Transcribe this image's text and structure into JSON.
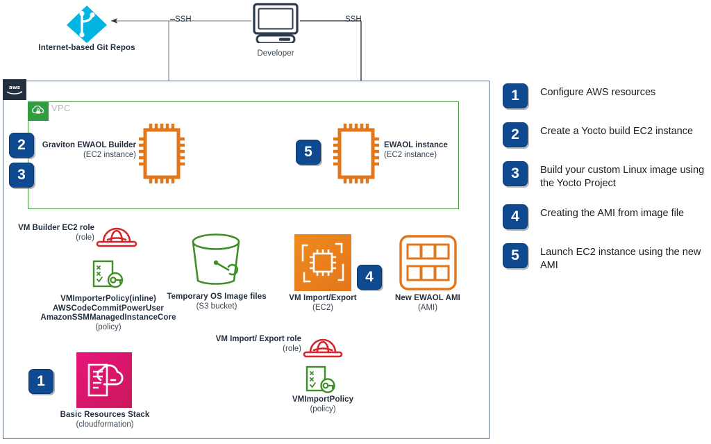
{
  "title": "AWS EWAOL / Yocto build architecture",
  "external": {
    "git": {
      "label": "Internet-based Git Repos",
      "icon": "git-icon",
      "color": "#00b5e2"
    },
    "developer": {
      "label": "Developer",
      "icon": "developer-workstation-icon",
      "color": "#2e3b4e"
    },
    "ssh_left": "SSH",
    "ssh_right": "SSH"
  },
  "cloud": {
    "provider_label": "aws",
    "vpc_label": "VPC",
    "vpc_color": "#2f9e41",
    "border_color": "#5a6b85"
  },
  "nodes": {
    "builder": {
      "name": "Graviton EWAOL Builder",
      "sub": "(EC2 instance)",
      "icon": "ec2-instance-icon",
      "color": "#e2761b"
    },
    "ewaol_instance": {
      "name": "EWAOL instance",
      "sub": "(EC2 instance)",
      "icon": "ec2-instance-icon",
      "color": "#e2761b"
    },
    "vm_builder_role": {
      "name": "VM Builder EC2 role",
      "sub": "(role)",
      "icon": "iam-role-hat-icon",
      "color": "#d6242b"
    },
    "builder_policy": {
      "name": "VMImporterPolicy(inline)\nAWSCodeCommitPowerUser\nAmazonSSMManagedInstanceCore",
      "line1": "VMImporterPolicy(inline)",
      "line2": "AWSCodeCommitPowerUser",
      "line3": "AmazonSSMManagedInstanceCore",
      "sub": "(policy)",
      "icon": "iam-policy-icon",
      "color": "#3f8f29"
    },
    "s3_bucket": {
      "name": "Temporary OS Image files",
      "sub": "(S3 bucket)",
      "icon": "s3-bucket-icon",
      "color": "#3f8f29"
    },
    "vm_import_export": {
      "name": "VM Import/Export",
      "sub": "(EC2)",
      "icon": "vm-import-export-icon",
      "color": "#e8761d"
    },
    "new_ami": {
      "name": "New EWAOL AMI",
      "sub": "(AMI)",
      "icon": "ami-icon",
      "color": "#e2761b"
    },
    "vm_import_role": {
      "name": "VM Import/ Export role",
      "sub": "(role)",
      "icon": "iam-role-hat-icon",
      "color": "#d6242b"
    },
    "vm_import_policy": {
      "name": "VMImportPolicy",
      "sub": "(policy)",
      "icon": "iam-policy-icon",
      "color": "#3f8f29"
    },
    "cfn_stack": {
      "name": "Basic Resources Stack",
      "sub": "(cloudformation)",
      "icon": "cloudformation-icon",
      "color": "#e7157b"
    }
  },
  "badges": {
    "b1": "1",
    "b2": "2",
    "b3": "3",
    "b4": "4",
    "b5": "5",
    "color": "#0f4a91"
  },
  "legend": {
    "items": [
      {
        "number": "1",
        "text": "Configure AWS resources"
      },
      {
        "number": "2",
        "text": "Create a Yocto build EC2 instance"
      },
      {
        "number": "3",
        "text": "Build your custom Linux image using the Yocto Project"
      },
      {
        "number": "4",
        "text": "Creating the AMI from image file"
      },
      {
        "number": "5",
        "text": "Launch EC2 instance using the new AMI"
      }
    ]
  }
}
